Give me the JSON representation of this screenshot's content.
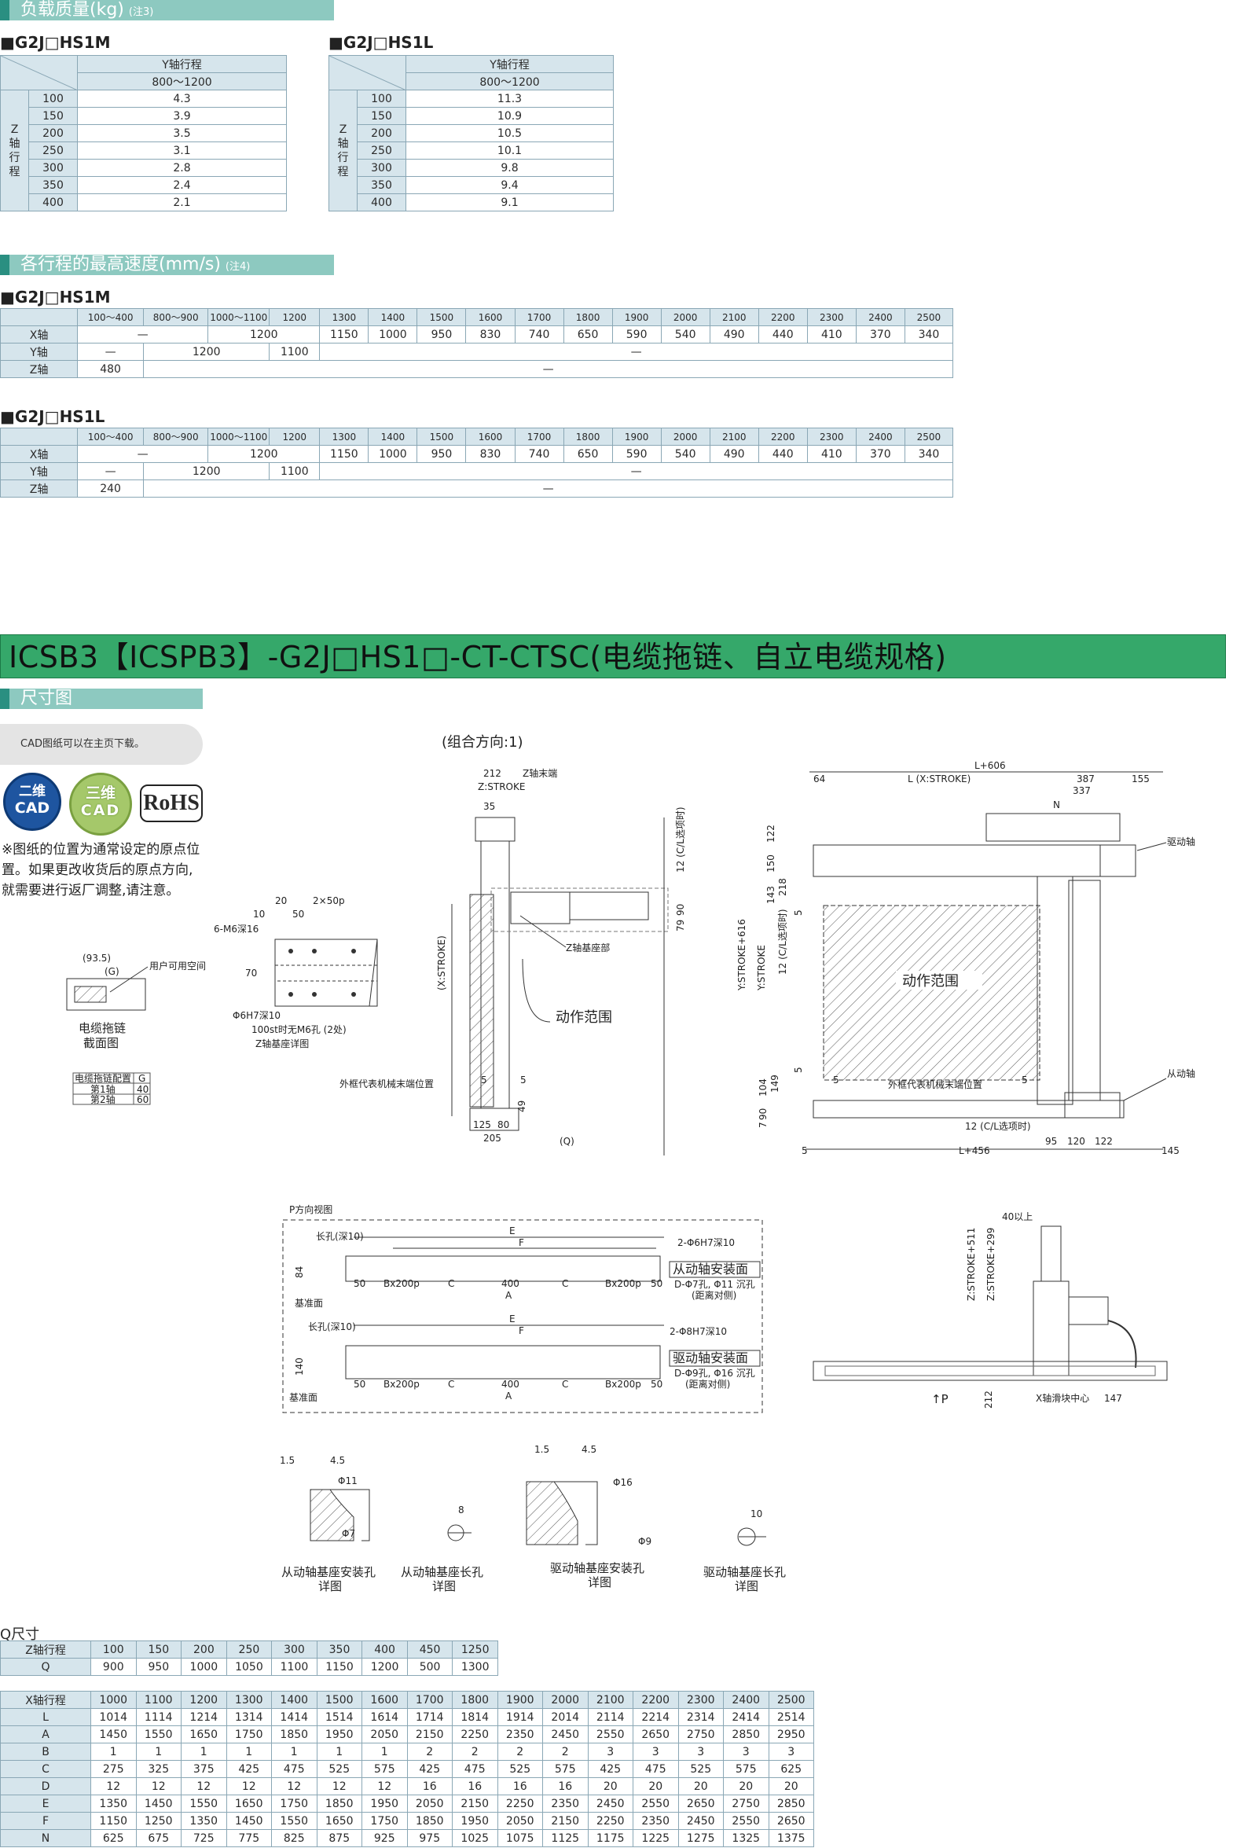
{
  "load_section": {
    "title": "负载质量(kg)",
    "note": "(注3)"
  },
  "load_tables": [
    {
      "model": "■G2J□HS1M",
      "y_header": "Y轴行程",
      "y_range": "800～1200",
      "z_label": "Z轴行程",
      "rows": [
        [
          "100",
          "4.3"
        ],
        [
          "150",
          "3.9"
        ],
        [
          "200",
          "3.5"
        ],
        [
          "250",
          "3.1"
        ],
        [
          "300",
          "2.8"
        ],
        [
          "350",
          "2.4"
        ],
        [
          "400",
          "2.1"
        ]
      ]
    },
    {
      "model": "■G2J□HS1L",
      "y_header": "Y轴行程",
      "y_range": "800～1200",
      "z_label": "Z轴行程",
      "rows": [
        [
          "100",
          "11.3"
        ],
        [
          "150",
          "10.9"
        ],
        [
          "200",
          "10.5"
        ],
        [
          "250",
          "10.1"
        ],
        [
          "300",
          "9.8"
        ],
        [
          "350",
          "9.4"
        ],
        [
          "400",
          "9.1"
        ]
      ]
    }
  ],
  "speed_section": {
    "title": "各行程的最高速度(mm/s)",
    "note": "(注4)"
  },
  "speed_headers": [
    "100～400",
    "800～900",
    "1000～1100",
    "1200",
    "1300",
    "1400",
    "1500",
    "1600",
    "1700",
    "1800",
    "1900",
    "2000",
    "2100",
    "2200",
    "2300",
    "2400",
    "2500"
  ],
  "speed_tables": [
    {
      "model": "■G2J□HS1M",
      "x_label": "X轴",
      "y_label": "Y轴",
      "z_label": "Z轴",
      "x_dash": "—",
      "x_vals": [
        "1200",
        "1150",
        "1000",
        "950",
        "830",
        "740",
        "650",
        "590",
        "540",
        "490",
        "440",
        "410",
        "370",
        "340"
      ],
      "y_first": "—",
      "y_1200": "1200",
      "y_1100": "1100",
      "y_rest": "—",
      "z_first": "480",
      "z_rest": "—"
    },
    {
      "model": "■G2J□HS1L",
      "x_label": "X轴",
      "y_label": "Y轴",
      "z_label": "Z轴",
      "x_dash": "—",
      "x_vals": [
        "1200",
        "1150",
        "1000",
        "950",
        "830",
        "740",
        "650",
        "590",
        "540",
        "490",
        "440",
        "410",
        "370",
        "340"
      ],
      "y_first": "—",
      "y_1200": "1200",
      "y_1100": "1100",
      "y_rest": "—",
      "z_first": "240",
      "z_rest": "—"
    }
  ],
  "banner": "ICSB3【ICSPB3】-G2J□HS1□-CT-CTSC(电缆拖链、自立电缆规格)",
  "dim_section": {
    "title": "尺寸图"
  },
  "cad_note": "CAD图纸可以在主页下载。",
  "badges": {
    "cad2d_top": "二维",
    "cad2d_bottom": "CAD",
    "cad3d_top": "三维",
    "cad3d_bottom": "CAD",
    "rohs": "RoHS"
  },
  "origin_note": "※图纸的位置为通常设定的原点位置。如果更改收货后的原点方向,就需要进行返厂调整,请注意。",
  "drawing": {
    "orientation": "(组合方向:1)",
    "motion_range": "动作范围",
    "outer_frame": "外框代表机械末端位置",
    "z_base": "Z轴基座部",
    "z_end": "Z轴末端",
    "z_stroke": "Z:STROKE",
    "x_stroke": "(X:STROKE)",
    "q": "(Q)",
    "l_plus_606": "L+606",
    "l_x_stroke": "L (X:STROKE)",
    "n": "N",
    "drive_shaft": "驱动轴",
    "driven_shaft": "从动轴",
    "y_stroke_616": "Y:STROKE+616",
    "y_stroke": "Y:STROKE",
    "cl_option_v": "12 (C/L选项时)",
    "cl_option_h": "12 (C/L选项时)",
    "l_plus_456": "L+456",
    "cable_section": "电缆拖链截面图",
    "user_space": "用户可用空间",
    "z_base_detail": "Z轴基座详图",
    "m6_holes": "6-M6深16",
    "two_50p": "2×50p",
    "phi6h7": "Φ6H7深10",
    "m6_note": "100st时无M6孔 (2处)",
    "g_table_head": [
      "电缆拖链配置",
      "G"
    ],
    "g_table_rows": [
      [
        "第1轴",
        "40"
      ],
      [
        "第2轴",
        "60"
      ]
    ],
    "p_view": "P方向视图",
    "driven_mount": "从动轴安装面",
    "drive_mount": "驱动轴安装面",
    "base_face": "基准面",
    "slot_label": "长孔(深10)",
    "two_phi6h7": "2-Φ6H7深10",
    "two_phi8h7": "2-Φ8H7深10",
    "d_phi7": "D-Φ7孔, Φ11 沉孔",
    "d_phi9": "D-Φ9孔, Φ16 沉孔",
    "equal_pitch": "(距离对侧)",
    "z_stroke_511": "Z:STROKE+511",
    "z_stroke_299": "Z:STROKE+299",
    "forty_above": "40以上",
    "x_slider_center": "X轴滑块中心",
    "arrow_p": "↑P",
    "detail1": "从动轴基座安装孔详图",
    "detail2": "从动轴基座长孔详图",
    "detail3": "驱动轴基座安装孔详图",
    "detail4": "驱动轴基座长孔详图"
  },
  "q_section": {
    "title": "Q尺寸"
  },
  "q_table": {
    "head_label": "Z轴行程",
    "head": [
      "100",
      "150",
      "200",
      "250",
      "300",
      "350",
      "400",
      "450",
      "1250"
    ],
    "row_label": "Q",
    "row": [
      "900",
      "950",
      "1000",
      "1050",
      "1100",
      "1150",
      "1200",
      "500",
      "1300"
    ]
  },
  "x_table": {
    "head_label": "X轴行程",
    "head": [
      "1000",
      "1100",
      "1200",
      "1300",
      "1400",
      "1500",
      "1600",
      "1700",
      "1800",
      "1900",
      "2000",
      "2100",
      "2200",
      "2300",
      "2400",
      "2500"
    ],
    "rows": [
      {
        "label": "L",
        "vals": [
          "1014",
          "1114",
          "1214",
          "1314",
          "1414",
          "1514",
          "1614",
          "1714",
          "1814",
          "1914",
          "2014",
          "2114",
          "2214",
          "2314",
          "2414",
          "2514"
        ]
      },
      {
        "label": "A",
        "vals": [
          "1450",
          "1550",
          "1650",
          "1750",
          "1850",
          "1950",
          "2050",
          "2150",
          "2250",
          "2350",
          "2450",
          "2550",
          "2650",
          "2750",
          "2850",
          "2950"
        ]
      },
      {
        "label": "B",
        "vals": [
          "1",
          "1",
          "1",
          "1",
          "1",
          "1",
          "1",
          "2",
          "2",
          "2",
          "2",
          "3",
          "3",
          "3",
          "3",
          "3"
        ]
      },
      {
        "label": "C",
        "vals": [
          "275",
          "325",
          "375",
          "425",
          "475",
          "525",
          "575",
          "425",
          "475",
          "525",
          "575",
          "425",
          "475",
          "525",
          "575",
          "625"
        ]
      },
      {
        "label": "D",
        "vals": [
          "12",
          "12",
          "12",
          "12",
          "12",
          "12",
          "12",
          "16",
          "16",
          "16",
          "16",
          "20",
          "20",
          "20",
          "20",
          "20"
        ]
      },
      {
        "label": "E",
        "vals": [
          "1350",
          "1450",
          "1550",
          "1650",
          "1750",
          "1850",
          "1950",
          "2050",
          "2150",
          "2250",
          "2350",
          "2450",
          "2550",
          "2650",
          "2750",
          "2850"
        ]
      },
      {
        "label": "F",
        "vals": [
          "1150",
          "1250",
          "1350",
          "1450",
          "1550",
          "1650",
          "1750",
          "1850",
          "1950",
          "2050",
          "2150",
          "2250",
          "2350",
          "2450",
          "2550",
          "2650"
        ]
      },
      {
        "label": "N",
        "vals": [
          "625",
          "675",
          "725",
          "775",
          "825",
          "875",
          "925",
          "975",
          "1025",
          "1075",
          "1125",
          "1175",
          "1225",
          "1275",
          "1325",
          "1375"
        ]
      }
    ]
  },
  "colors": {
    "section_bar": "#8dc9c0",
    "banner": "#35a86a",
    "table_head": "#d6e5ec",
    "table_border": "#8aa7b5"
  }
}
